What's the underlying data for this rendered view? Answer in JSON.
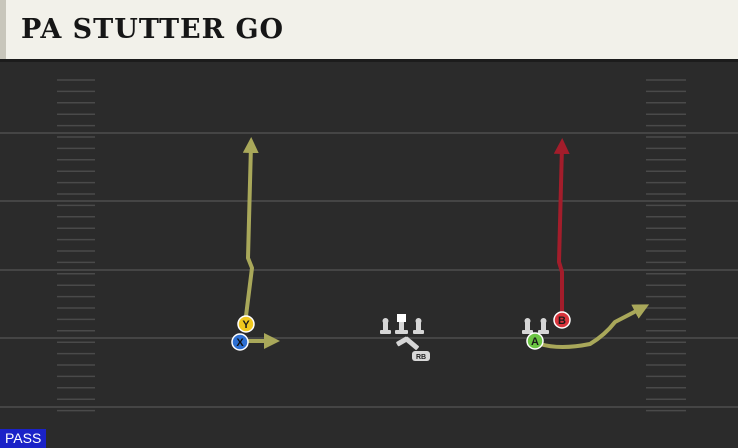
{
  "play": {
    "title": "PA STUTTER GO",
    "type_badge": "PASS"
  },
  "players": [
    {
      "id": "Y",
      "label": "Y",
      "color": "#f0c81e"
    },
    {
      "id": "X",
      "label": "X",
      "color": "#2d6fd1"
    },
    {
      "id": "B",
      "label": "B",
      "color": "#d8343c"
    },
    {
      "id": "A",
      "label": "A",
      "color": "#6cc644"
    },
    {
      "id": "RB",
      "label": "RB",
      "color": "#d9d9d9"
    }
  ],
  "routes": [
    {
      "player": "Y",
      "name": "stutter-go",
      "color": "#a9a85a"
    },
    {
      "player": "X",
      "name": "flat",
      "color": "#a9a85a"
    },
    {
      "player": "B",
      "name": "stutter-go",
      "color": "#a31d2b"
    },
    {
      "player": "A",
      "name": "wheel",
      "color": "#a9a85a"
    }
  ],
  "colors": {
    "field": "#2b2b2b",
    "yard_line": "#454545",
    "hash": "#4a4a4a",
    "header_bg": "#f2f1ea",
    "badge_bg": "#1a22c8"
  }
}
